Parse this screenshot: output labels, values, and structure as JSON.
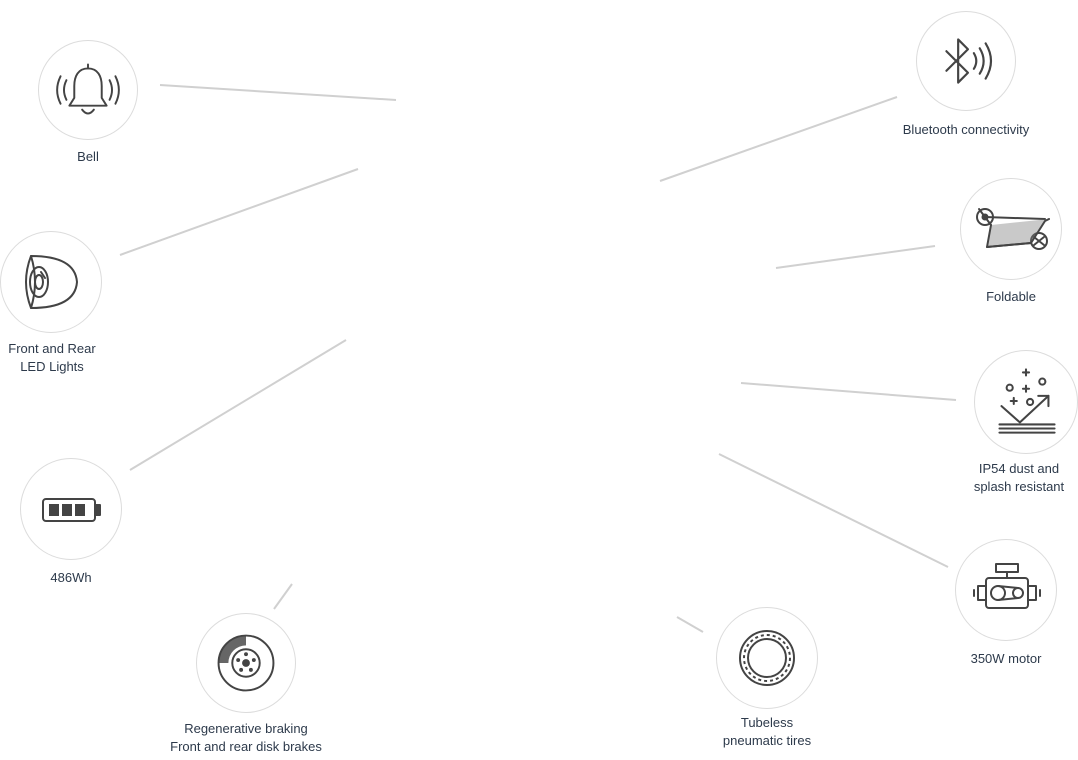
{
  "features": {
    "bell": {
      "label": "Bell",
      "icon": "bell-icon"
    },
    "bluetooth": {
      "label": "Bluetooth connectivity",
      "icon": "bluetooth-icon"
    },
    "lights": {
      "label": "Front and Rear\nLED Lights",
      "icon": "headlight-icon"
    },
    "foldable": {
      "label": "Foldable",
      "icon": "scooter-icon"
    },
    "ip54": {
      "label": "IP54 dust and\nsplash resistant",
      "icon": "splash-icon"
    },
    "battery": {
      "label": "486Wh",
      "icon": "battery-icon"
    },
    "motor": {
      "label": "350W motor",
      "icon": "motor-icon"
    },
    "braking": {
      "label": "Regenerative braking\nFront and rear disk brakes",
      "icon": "disk-brake-icon"
    },
    "tires": {
      "label": "Tubeless\npneumatic tires",
      "icon": "tire-icon"
    }
  },
  "colors": {
    "line": "#d0d0d0",
    "icon": "#444444",
    "text": "#2d3a4b",
    "circle_border": "#dcdcdc"
  }
}
